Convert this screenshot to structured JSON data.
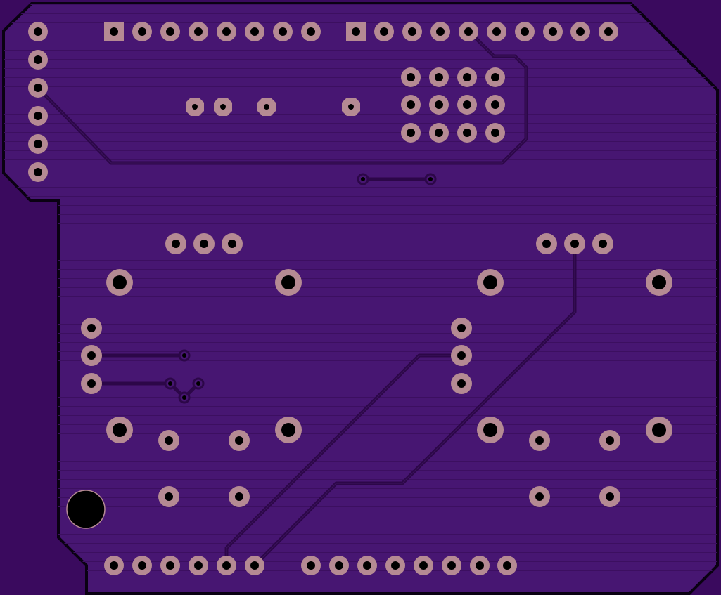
{
  "colors": {
    "background": "#3a0a5e",
    "board_fill": "#471672",
    "board_outline": "#0a0112",
    "trace": "#2c0748",
    "pad": "#b58a93",
    "drill": "#000000",
    "hatch": "#3c0f60"
  },
  "headers": [
    {
      "id": "top-header-a",
      "pins": 8
    },
    {
      "id": "top-header-b",
      "pins": 10
    },
    {
      "id": "left-header",
      "pins": 6
    },
    {
      "id": "bottom-header-a",
      "pins": 6
    },
    {
      "id": "bottom-header-b",
      "pins": 8
    }
  ],
  "components": [
    {
      "id": "icsp-block",
      "pins": 12
    },
    {
      "id": "pot-left",
      "pins": 3
    },
    {
      "id": "pot-right",
      "pins": 3
    },
    {
      "id": "switch-left",
      "pins": 4
    },
    {
      "id": "switch-right",
      "pins": 4
    },
    {
      "id": "connector-left",
      "pins": 3
    },
    {
      "id": "connector-mid",
      "pins": 3
    }
  ],
  "mounting_holes": 1
}
